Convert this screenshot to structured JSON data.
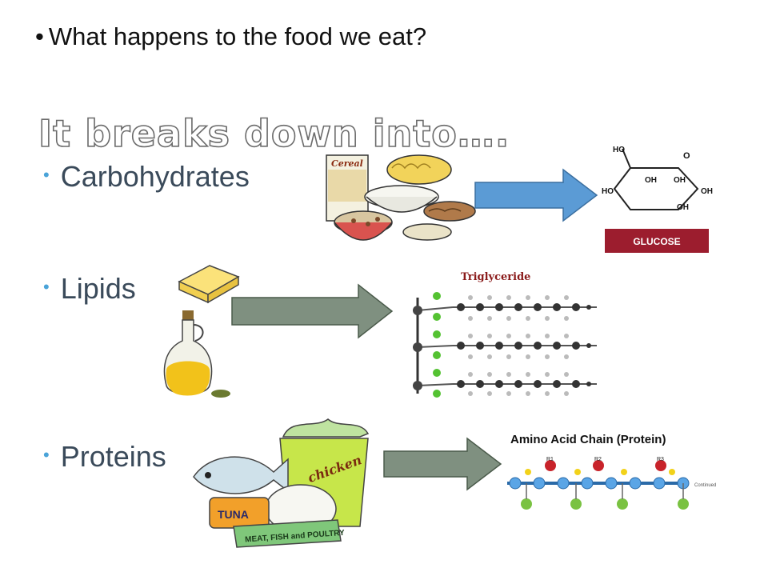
{
  "question": "What happens to the food we eat?",
  "heading": "It breaks down into….",
  "items": [
    {
      "label": "Carbohydrates"
    },
    {
      "label": "Lipids"
    },
    {
      "label": "Proteins"
    }
  ],
  "images": {
    "cereal_box_text": "Cereal",
    "glucose_label": "GLUCOSE",
    "glucose_atoms": [
      "HO",
      "O",
      "OH",
      "OH",
      "HO",
      "OH",
      "OH"
    ],
    "triglyceride_label": "Triglyceride",
    "amino_title": "Amino Acid Chain (Protein)",
    "amino_r_groups": [
      "R1",
      "R2",
      "R3"
    ],
    "amino_continued": "Continued",
    "chicken_label": "chicken",
    "tuna_label": "TUNA",
    "meat_label": "MEAT, FISH and POULTRY"
  },
  "colors": {
    "blue_arrow": "#5b9bd5",
    "gray_arrow": "#7f9080",
    "bullet_accent": "#4aa3d8",
    "item_text": "#3a4a5a"
  }
}
